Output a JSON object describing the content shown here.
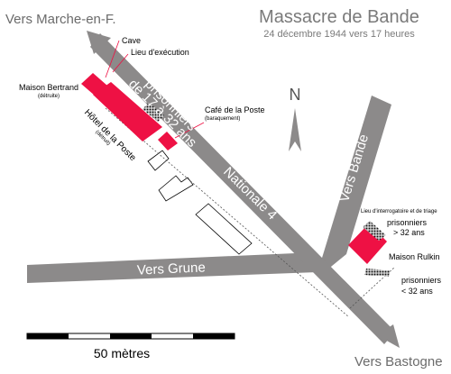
{
  "title": "Massacre de Bande",
  "subtitle": "24 décembre 1944 vers 17 heures",
  "north_label": "N",
  "directions": {
    "marche": "Vers Marche-en-F.",
    "bastogne": "Vers Bastogne",
    "grune": "Vers Grune",
    "bande": "Vers Bande"
  },
  "roads": {
    "nationale": "Nationale 4"
  },
  "places": {
    "cave": "Cave",
    "execution": "Lieu d'exécution",
    "bertrand": "Maison Bertrand",
    "bertrand_status": "(détruite)",
    "hotel_l1": "Hôtel de la Poste",
    "hotel_status": "(détruit)",
    "prisoners_road_l1": "prisonniers",
    "prisoners_road_l2": "de 17 à 32 ans",
    "cafe": "Café de la Poste",
    "cafe_status": "(baraquement)",
    "interrogation": "Lieu d'interrogatoire et de triage",
    "prisoners_over_l1": "prisonniers",
    "prisoners_over_l2": "> 32 ans",
    "rulkin": "Maison Rulkin",
    "prisoners_under_l1": "prisonniers",
    "prisoners_under_l2": "< 32 ans"
  },
  "scale": {
    "label": "50 mètres"
  },
  "colors": {
    "road": "#8c8a8a",
    "highlight": "#ee1144",
    "title": "#7a7a7a"
  }
}
